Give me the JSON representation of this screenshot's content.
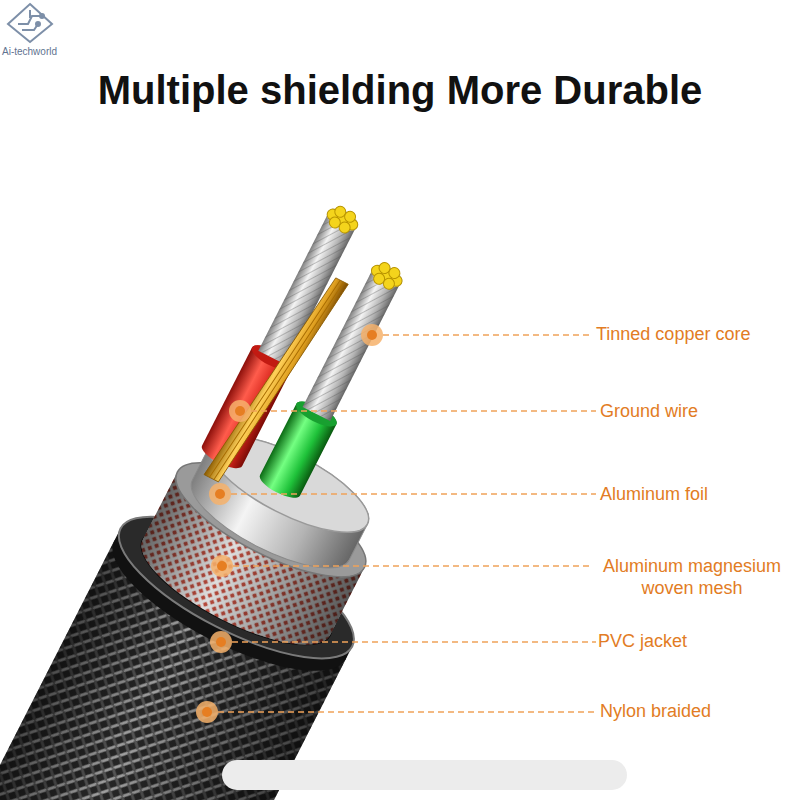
{
  "diagram": {
    "title": "Multiple shielding More Durable",
    "labels": [
      "Ai-techworld",
      "Tinned copper core",
      "Ground wire",
      "Aluminum foil",
      "Aluminum magnesium woven mesh",
      "PVC jacket",
      "Nylon braided"
    ]
  }
}
